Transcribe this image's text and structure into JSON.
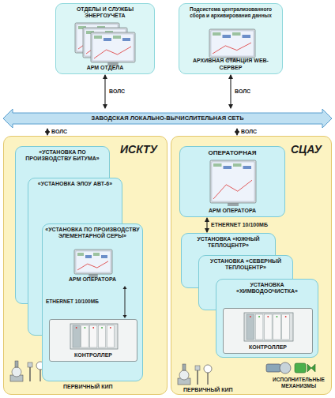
{
  "diagram": {
    "nodes": [
      {
        "text": [
          "ОТДЕЛЫ И СЛУЖБЫ ЭНЕРГОУЧЁТА",
          "АРМ ОТДЕЛА"
        ]
      },
      {
        "text": [
          "Подсистема централизованного сбора и архивирования данных",
          "АРХИВНАЯ СТАНЦИЯ WEB-СЕРВЕР"
        ]
      },
      {
        "text": [
          "ЗАВОДСКАЯ ЛОКАЛЬНО-ВЫЧИСЛИТЕЛЬНАЯ СЕТЬ"
        ]
      },
      {
        "text": [
          "ИСКТУ"
        ]
      },
      {
        "text": [
          "«УСТАНОВКА ПО ПРОИЗВОДСТВУ БИТУМА»"
        ],
        "in": 3
      },
      {
        "text": [
          "«УСТАНОВКА ЭЛОУ АВТ-6»"
        ],
        "in": 3
      },
      {
        "text": [
          "«УСТАНОВКА ПО ПРОИЗВОДСТВУ ЭЛЕМЕНТАРНОЙ СЕРЫ»",
          "АРМ ОПЕРАТОРА",
          "ETHERNET 10/100МБ"
        ],
        "in": 3
      },
      {
        "text": [
          "КОНТРОЛЛЕР"
        ],
        "in": 6
      },
      {
        "text": [
          "СЦАУ"
        ]
      },
      {
        "text": [
          "ОПЕРАТОРНАЯ",
          "АРМ ОПЕРАТОРА"
        ],
        "in": 8
      },
      {
        "text": [
          "УСТАНОВКА «ЮЖНЫЙ ТЕПЛОЦЕНТР»"
        ],
        "in": 8
      },
      {
        "text": [
          "УСТАНОВКА «СЕВЕРНЫЙ ТЕПЛОЦЕНТР»"
        ],
        "in": 8
      },
      {
        "text": [
          "УСТАНОВКА «ХИМВОДООЧИСТКА»"
        ],
        "in": 8
      },
      {
        "text": [
          "КОНТРОЛЛЕР"
        ],
        "in": 12
      }
    ],
    "edges": [
      {
        "from": 0,
        "to": 2,
        "label": "ВОЛС",
        "arrow": "both"
      },
      {
        "from": 1,
        "to": 2,
        "label": "ВОЛС",
        "arrow": "both"
      },
      {
        "from": 2,
        "to": 3,
        "label": "ВОЛС",
        "arrow": "both"
      },
      {
        "from": 2,
        "to": 8,
        "label": "ВОЛС",
        "arrow": "both"
      },
      {
        "from": 9,
        "to": 10,
        "label": "ETHERNET 10/100МБ",
        "arrow": "both"
      }
    ],
    "labels": [
      "ПЕРВИЧНЫЙ КИП",
      "ПЕРВИЧНЫЙ КИП",
      "ИСПОЛНИТЕЛЬНЫЕ МЕХАНИЗМЫ"
    ]
  }
}
